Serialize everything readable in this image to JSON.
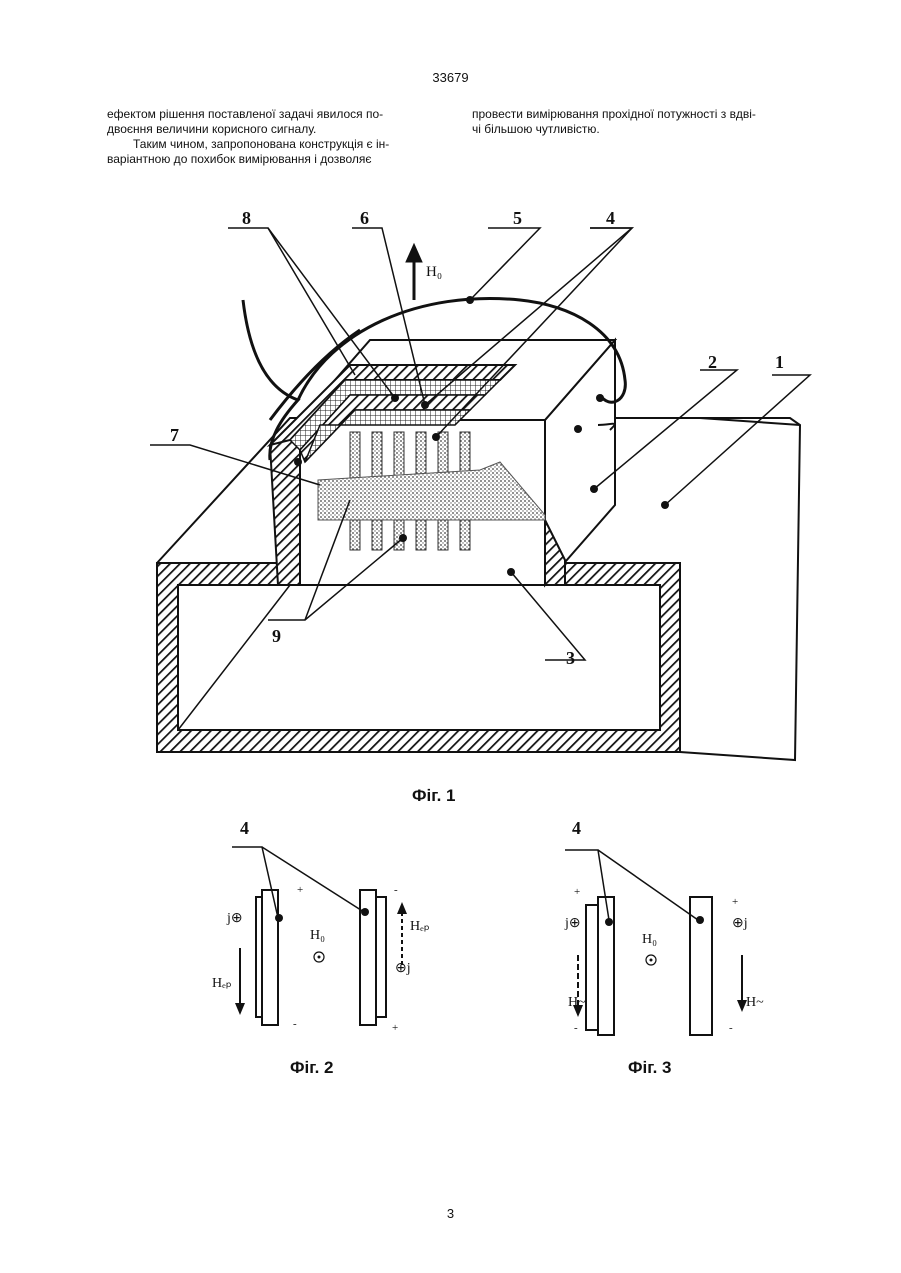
{
  "page": {
    "header_number": "33679",
    "footer_number": "3"
  },
  "text": {
    "col1_line1": "ефектом рішення поставленої задачі явилося по-",
    "col1_line2": "двоєння величини корисного сигналу.",
    "col1_line3": "Таким чином, запропонована конструкція є ін-",
    "col1_line4": "варіантною до похибок вимірювання і дозволяє",
    "col2_line1": "провести вимірювання прохідної потужності з вдві-",
    "col2_line2": "чі більшою чутливістю."
  },
  "fig1": {
    "caption": "Фіг. 1",
    "labels": [
      "1",
      "2",
      "3",
      "4",
      "5",
      "6",
      "7",
      "8",
      "9"
    ],
    "field": "H₀"
  },
  "fig2": {
    "caption": "Фіг. 2",
    "ref": "4",
    "j_left": "j⊕",
    "j_right": "⊕j",
    "h0": "H₀",
    "h_left": "Hₑₚ",
    "h_right": "Hₑₚ",
    "plus": "+",
    "minus": "-"
  },
  "fig3": {
    "caption": "Фіг. 3",
    "ref": "4",
    "j_left": "j⊕",
    "j_right": "⊕j",
    "h0": "H₀",
    "h_left": "H~",
    "h_right": "H~",
    "plus": "+",
    "minus": "-"
  }
}
